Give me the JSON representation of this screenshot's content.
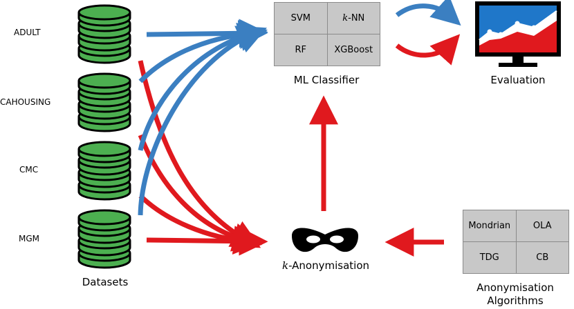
{
  "datasets": {
    "items": [
      "ADULT",
      "CAHOUSING",
      "CMC",
      "MGM"
    ],
    "caption": "Datasets"
  },
  "classifier": {
    "cells": [
      "SVM",
      "-NN",
      "RF",
      "XGBoost"
    ],
    "knn_prefix": "k",
    "caption": "ML Classifier"
  },
  "evaluation": {
    "caption": "Evaluation"
  },
  "anonymisation": {
    "caption_prefix": "k",
    "caption": "-Anonymisation"
  },
  "algorithms": {
    "cells": [
      "Mondrian",
      "OLA",
      "TDG",
      "CB"
    ],
    "caption_line1": "Anonymisation",
    "caption_line2": "Algorithms"
  },
  "colors": {
    "blue": "#3b7fc1",
    "red": "#e0191e",
    "green": "#4caf50",
    "screen_blue": "#1f77c9"
  },
  "icons": [
    "database-icon",
    "mask-icon",
    "monitor-chart-icon",
    "cycle-arrows-icon"
  ]
}
